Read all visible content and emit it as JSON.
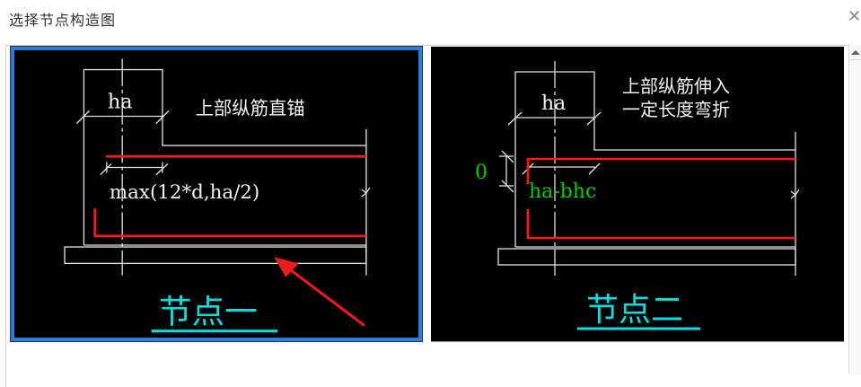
{
  "dialog": {
    "title": "选择节点构造图",
    "close_icon": "close-icon"
  },
  "nodes": [
    {
      "id": "node-1",
      "selected": true,
      "name": "节点一",
      "description": "上部纵筋直锚",
      "column_dim_label": "ha",
      "anchor_length_label": "max(12*d,ha/2)"
    },
    {
      "id": "node-2",
      "selected": false,
      "name": "节点二",
      "description_line1": "上部纵筋伸入",
      "description_line2": "一定长度弯折",
      "column_dim_label": "ha",
      "bend_dim_label": "0",
      "anchor_length_label": "ha-bhc"
    }
  ],
  "colors": {
    "selection_border": "#2e7be0",
    "drawing_background": "#000000",
    "drawing_lines": "#e0e0e0",
    "rebar": "#ff1a1a",
    "node_title": "#00e0e0",
    "dimension_green": "#00cc00",
    "annotation_arrow": "#ee1c1c"
  },
  "scrollbar": {
    "up_arrow_icon": "triangle-up-icon"
  }
}
